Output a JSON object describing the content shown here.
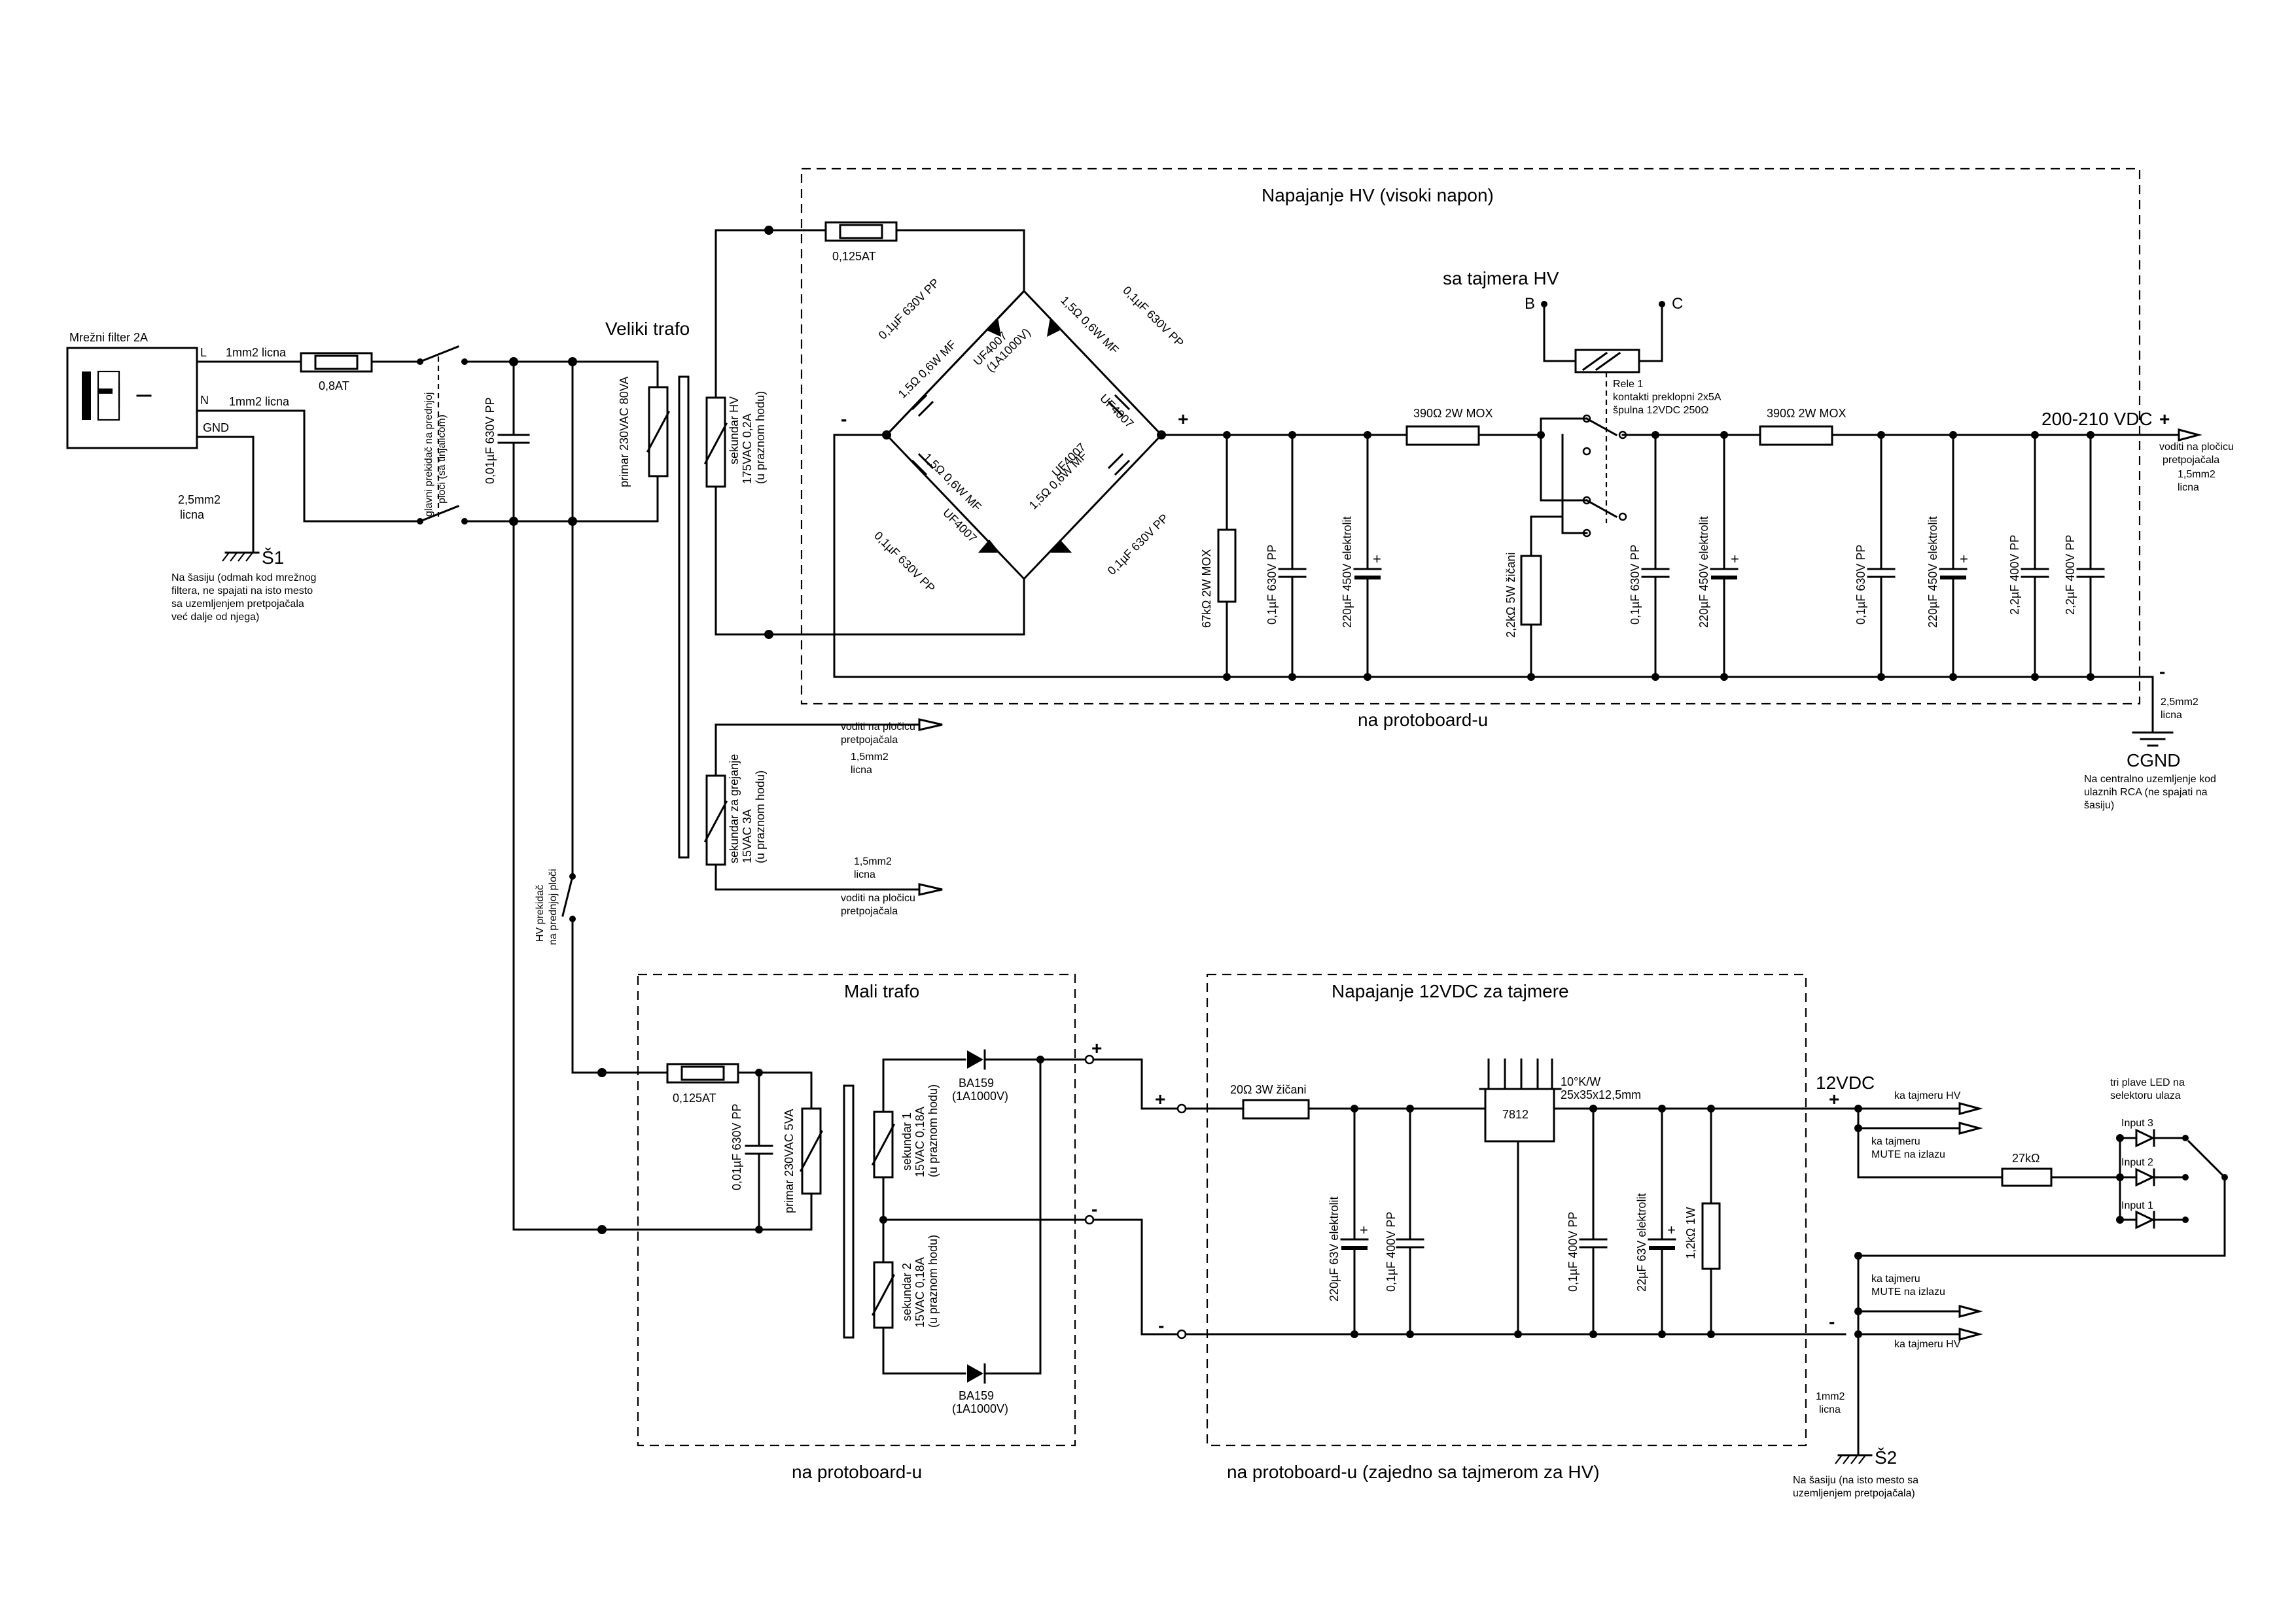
{
  "diagram": {
    "inlet": {
      "title": "Mrežni filter 2A",
      "pin_l": "L",
      "pin_n": "N",
      "pin_gnd": "GND",
      "wire_l": "1mm2 licna",
      "wire_n": "1mm2 licna",
      "wire_gnd_1": "2,5mm2",
      "wire_gnd_2": "licna"
    },
    "fuse_main": "0,8AT",
    "main_switch_1": "glavni prekidač na prednjoj",
    "main_switch_2": "ploči (sa tinjalicom)",
    "cap_input": "0,01µF 630V PP",
    "chassis_s1": {
      "name": "Š1",
      "note_1": "Na šasiju (odmah kod mrežnog",
      "note_2": "filtera, ne spajati na isto mesto",
      "note_3": "sa uzemljenjem pretpojačala",
      "note_4": "već dalje od njega)"
    },
    "big_trafo": {
      "title": "Veliki trafo",
      "primary": "primar 230VAC 80VA",
      "sec_hv_1": "sekundar HV",
      "sec_hv_2": "175VAC 0,2A",
      "sec_hv_3": "(u praznom hodu)",
      "sec_heat_1": "sekundar za grejanje",
      "sec_heat_2": "15VAC 3A",
      "sec_heat_3": "(u praznom hodu)"
    },
    "heater_out": {
      "top_1": "voditi na pločicu",
      "top_2": "pretpojačala",
      "top_3": "1,5mm2",
      "top_4": "licna",
      "bot_1": "1,5mm2",
      "bot_2": "licna",
      "bot_3": "voditi na pločicu",
      "bot_4": "pretpojačala"
    },
    "hv_supply": {
      "title": "Napajanje HV (visoki napon)",
      "fuse": "0,125AT",
      "cap1": "0,1µF 630V PP",
      "res1": "1,5Ω 0,6W MF",
      "diode1_1": "UF4007",
      "diode1_2": "(1A1000V)",
      "res2": "1,5Ω 0,6W MF",
      "cap2": "0,1µF 630V PP",
      "diode2": "UF4007",
      "res3": "1,5Ω 0,6W MF",
      "diode3": "UF4007",
      "cap3": "0,1µF 630V PP",
      "res4": "1,5Ω 0,6W MF",
      "diode4": "UF4007",
      "cap4": "0,1µF 630V PP",
      "minus": "-",
      "plus": "+",
      "r_bleed": "67kΩ 2W MOX",
      "c_a": "0,1µF 630V PP",
      "c_b": "220µF 450V elektrolit",
      "r_series1": "390Ω 2W MOX",
      "timer_label": "sa tajmera HV",
      "pin_b": "B",
      "pin_c": "C",
      "relay_1": "Rele 1",
      "relay_2": "kontakti preklopni 2x5A",
      "relay_3": "špulna 12VDC  250Ω",
      "r_wire": "2,2kΩ 5W žičani",
      "c_c": "0,1µF 630V PP",
      "c_d": "220µF 450V elektrolit",
      "r_series2": "390Ω 2W MOX",
      "c_e": "0,1µF 630V PP",
      "c_f": "220µF 450V elektrolit",
      "c_g": "2,2µF 400V PP",
      "c_h": "2,2µF 400V PP",
      "out_voltage": "200-210 VDC",
      "out_plus": "+",
      "out_minus": "-",
      "out_1": "voditi na pločicu",
      "out_2": "pretpojačala",
      "out_3": "1,5mm2",
      "out_4": "licna",
      "gnd_wire_1": "2,5mm2",
      "gnd_wire_2": "licna",
      "cgnd": "CGND",
      "cgnd_1": "Na centralno uzemljenje kod",
      "cgnd_2": "ulaznih RCA (ne spajati na",
      "cgnd_3": "šasiju)",
      "board": "na protoboard-u"
    },
    "hv_switch_1": "HV prekidač",
    "hv_switch_2": "na prednjoj ploči",
    "small_trafo": {
      "title": "Mali trafo",
      "fuse": "0,125AT",
      "cap": "0,01µF 630V PP",
      "primary": "primar 230VAC 5VA",
      "sec1_1": "sekundar 1",
      "sec1_2": "15VAC 0,18A",
      "sec1_3": "(u praznom hodu)",
      "sec2_1": "sekundar 2",
      "sec2_2": "15VAC 0,18A",
      "sec2_3": "(u praznom hodu)",
      "diode1_1": "BA159",
      "diode1_2": "(1A1000V)",
      "diode2_1": "BA159",
      "diode2_2": "(1A1000V)",
      "plus": "+",
      "minus": "-",
      "board": "na protoboard-u"
    },
    "supply_12v": {
      "title": "Napajanje 12VDC za tajmere",
      "plus_in": "+",
      "minus_in": "-",
      "res": "20Ω 3W žičani",
      "c1": "220µF 63V elektrolit",
      "c2": "0,1µF 400V PP",
      "regulator": "7812",
      "heatsink_1": "10°K/W",
      "heatsink_2": "25x35x12,5mm",
      "c3": "0,1µF 400V PP",
      "c4": "22µF 63V elektrolit",
      "res_load": "1,2kΩ 1W",
      "board": "na protoboard-u (zajedno sa tajmerom za HV)"
    },
    "outputs_12v": {
      "voltage": "12VDC",
      "plus": "+",
      "minus": "-",
      "to_hv_top": "ka tajmeru HV",
      "to_mute_1": "ka tajmeru",
      "to_mute_2": "MUTE na izlazu",
      "to_mute_b1": "ka tajmeru",
      "to_mute_b2": "MUTE na izlazu",
      "to_hv_bottom": "ka tajmeru HV",
      "gnd_wire_1": "1mm2",
      "gnd_wire_2": "licna",
      "chassis_s2": "Š2",
      "s2_note_1": "Na šasiju (na isto mesto sa",
      "s2_note_2": "uzemljenjem pretpojačala)"
    },
    "led_selector": {
      "title_1": "tri plave LED na",
      "title_2": "selektoru ulaza",
      "res": "27kΩ",
      "in3": "Input 3",
      "in2": "Input 2",
      "in1": "Input 1"
    }
  }
}
